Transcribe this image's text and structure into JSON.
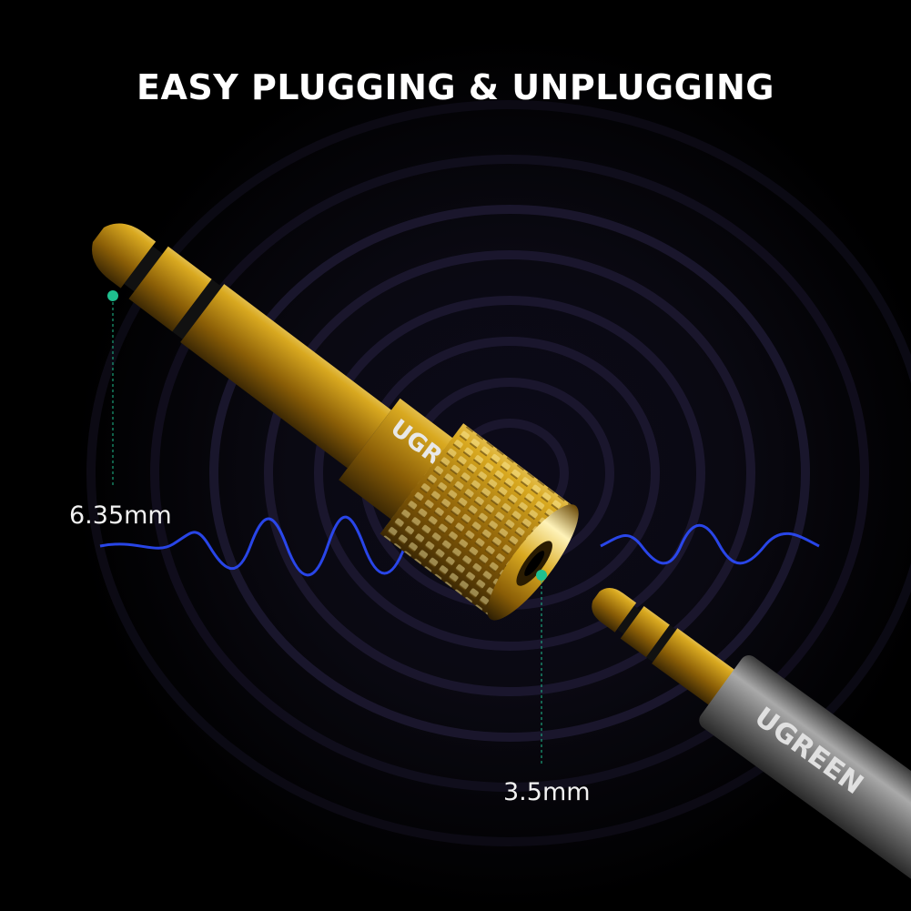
{
  "headline": "EASY PLUGGING & UNPLUGGING",
  "labels": {
    "large_jack": "6.35mm",
    "small_jack": "3.5mm"
  },
  "brand_logo": "UGREEN",
  "colors": {
    "background": "#000000",
    "gold": "#e8c24a",
    "marker": "#1fbf8f",
    "wave": "#2c4cff",
    "cable_gray": "#6f6f6f"
  }
}
